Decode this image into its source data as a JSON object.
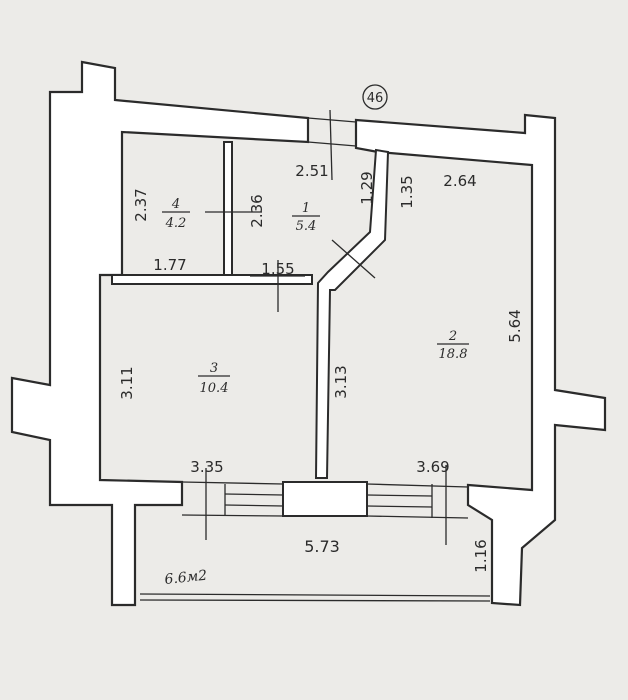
{
  "plan": {
    "building_number": "46",
    "rooms": [
      {
        "number": "1",
        "area": "5.4"
      },
      {
        "number": "2",
        "area": "18.8"
      },
      {
        "number": "3",
        "area": "10.4"
      },
      {
        "number": "4",
        "area": "4.2"
      }
    ],
    "dimensions": {
      "d_251": "2.51",
      "d_264": "2.64",
      "d_129": "1.29",
      "d_135": "1.35",
      "d_237": "2.37",
      "d_236": "2.36",
      "d_177": "1.77",
      "d_155": "1.55",
      "d_564": "5.64",
      "d_311": "3.11",
      "d_313": "3.13",
      "d_335": "3.35",
      "d_369": "3.69",
      "d_573": "5.73",
      "d_116": "1.16"
    },
    "balcony_area": "6.6м2"
  }
}
